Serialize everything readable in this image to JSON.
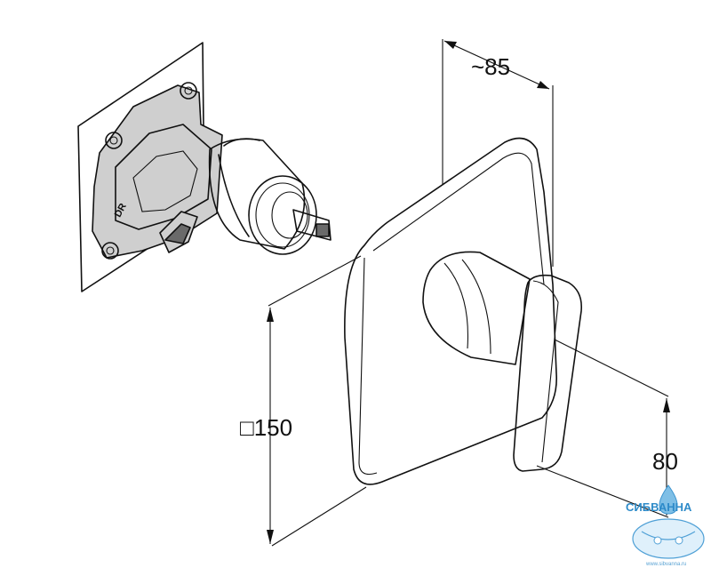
{
  "dimensions": {
    "depth_label": "~85",
    "plate_size_label": "□150",
    "lever_height_label": "80"
  },
  "valve_marking": "DR",
  "watermark": {
    "brand": "СИБВАННА",
    "url": "www.sibvanna.ru"
  },
  "colors": {
    "line": "#111111",
    "shade": "#cfcfcf",
    "logo": "#2e8bc9"
  }
}
